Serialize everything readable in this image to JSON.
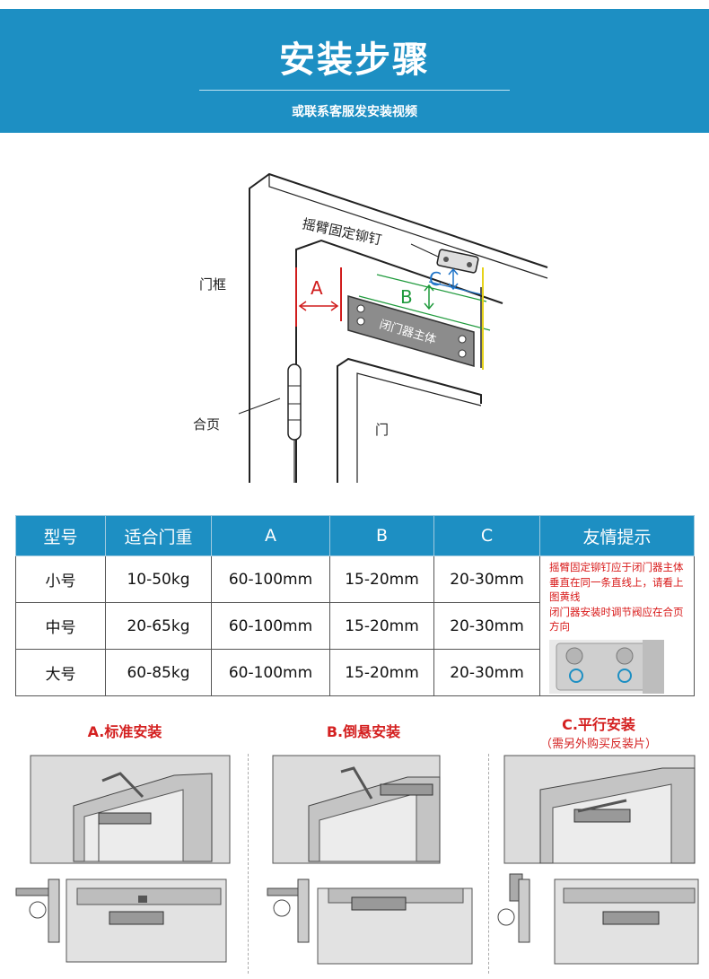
{
  "header": {
    "title": "安装步骤",
    "subtitle": "或联系客服发安装视频"
  },
  "diagram": {
    "label_rivet": "摇臂固定铆钉",
    "label_frame": "门框",
    "label_hinge": "合页",
    "label_door": "门",
    "label_body": "闭门器主体",
    "label_a": "A",
    "label_b": "B",
    "label_c": "C"
  },
  "colors": {
    "header_bg": "#1d8fc3",
    "tip_text": "#d81818",
    "dim_a": "#d01c1c",
    "dim_b": "#1f9a3c",
    "dim_c": "#1f74c8",
    "guide_line": "#e6d21a"
  },
  "spec_table": {
    "headers": [
      "型号",
      "适合门重",
      "A",
      "B",
      "C",
      "友情提示"
    ],
    "rows": [
      [
        "小号",
        "10-50kg",
        "60-100mm",
        "15-20mm",
        "20-30mm"
      ],
      [
        "中号",
        "20-65kg",
        "60-100mm",
        "15-20mm",
        "20-30mm"
      ],
      [
        "大号",
        "60-85kg",
        "60-100mm",
        "15-20mm",
        "20-30mm"
      ]
    ],
    "tip_line1": "摇臂固定铆钉应于闭门器主体垂直在同一条直线上，请看上图黄线",
    "tip_line2": "闭门器安装时调节阀应在合页方向"
  },
  "install_types": [
    {
      "title": "A.标准安装",
      "note": ""
    },
    {
      "title": "B.倒悬安装",
      "note": ""
    },
    {
      "title": "C.平行安装",
      "note": "（需另外购买反装片）"
    }
  ]
}
